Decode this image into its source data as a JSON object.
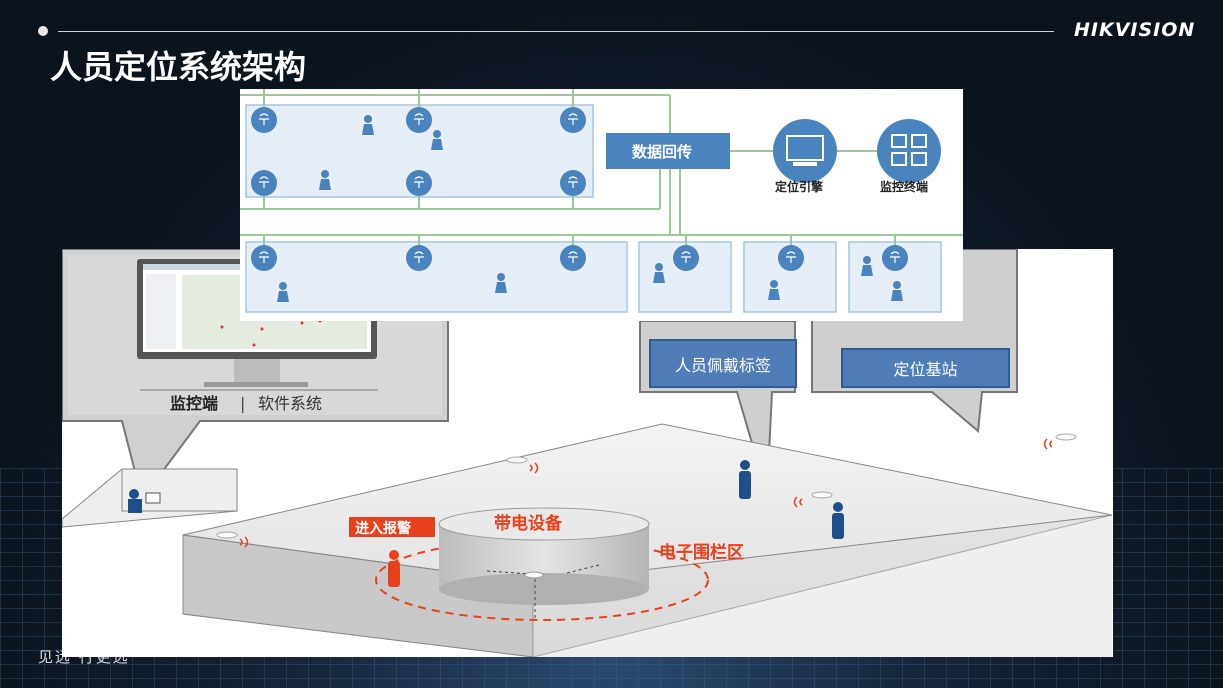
{
  "header": {
    "title": "人员定位系统架构",
    "brand": "HIKVISION"
  },
  "footer": {
    "slogan": "见远 行更远"
  },
  "diagram": {
    "data_return": "数据回传",
    "positioning_engine": "定位引擎",
    "monitoring_terminal": "监控终端"
  },
  "scene": {
    "monitor_label": "监控端",
    "monitor_sublabel": "软件系统",
    "callout_tag": "人员佩戴标签",
    "callout_station": "定位基站",
    "alarm_label": "进入报警",
    "device_label": "带电设备",
    "fence_label": "电子围栏区"
  },
  "colors": {
    "accent_blue": "#4e7db8",
    "zone_fill": "#e6eef7",
    "line_green": "#9cc79a",
    "alarm_red": "#e8401c"
  }
}
